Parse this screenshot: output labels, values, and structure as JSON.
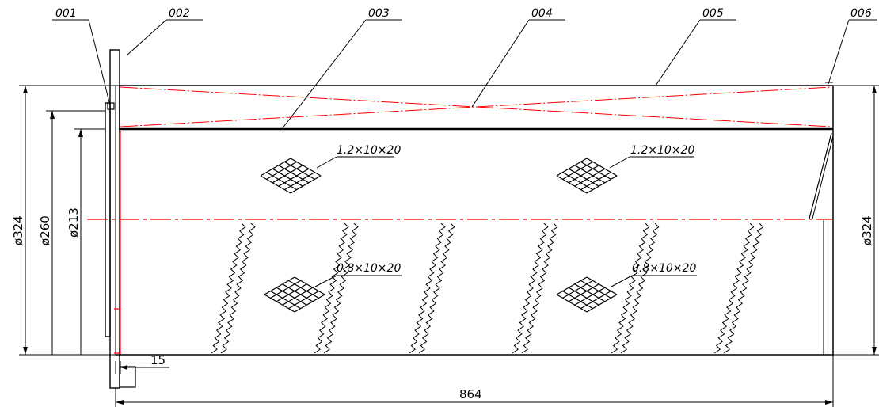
{
  "part_labels": [
    "001",
    "002",
    "003",
    "004",
    "005",
    "006"
  ],
  "mesh_specs": {
    "upper_left": "1.2×10×20",
    "upper_right": "1.2×10×20",
    "lower_left": "0.8×10×20",
    "lower_right": "0.8×10×20"
  },
  "dimensions": {
    "outer_diameter_left": "ø324",
    "diameter_260": "ø260",
    "diameter_213": "ø213",
    "outer_diameter_right": "ø324",
    "flange_thickness": "15",
    "overall_length": "864"
  },
  "colors": {
    "line": "#000000",
    "centerline": "#ff0000",
    "background": "#ffffff"
  }
}
